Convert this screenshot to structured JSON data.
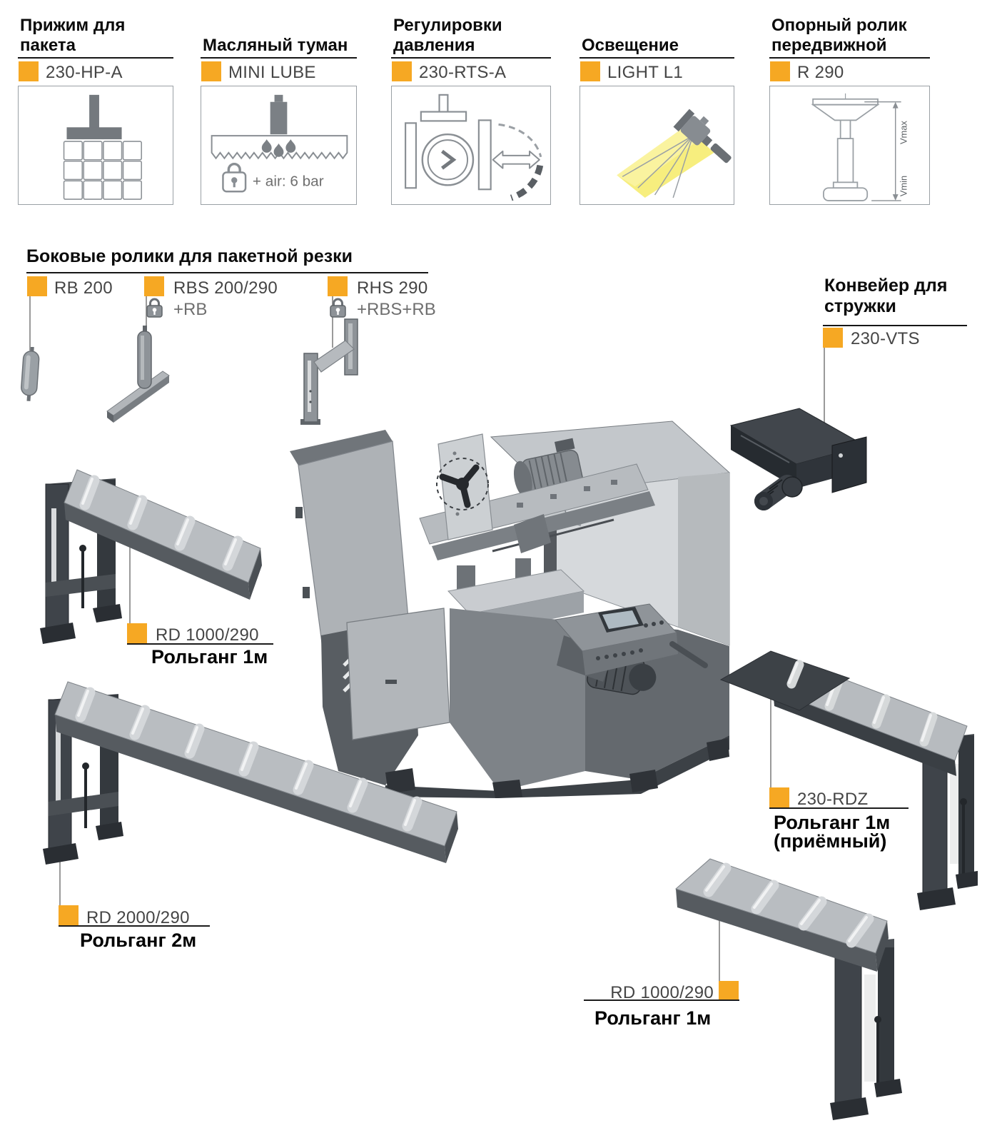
{
  "colors": {
    "accent": "#F6A823"
  },
  "top_options": [
    {
      "title1": "Прижим для",
      "title2": "пакета",
      "code": "230-HP-A"
    },
    {
      "title1": "Масляный туман",
      "code": "MINI LUBE",
      "air_note": "+ air: 6 bar"
    },
    {
      "title1": "Регулировки",
      "title2": "давления",
      "code": "230-RTS-A"
    },
    {
      "title1": "Освещение",
      "code": "LIGHT L1"
    },
    {
      "title1": "Опорный ролик",
      "title2": "передвижной",
      "code": "R 290",
      "vmax": "Vmax",
      "vmin": "Vmin"
    }
  ],
  "side_rollers": {
    "title": "Боковые ролики для пакетной резки",
    "items": [
      {
        "code": "RB 200"
      },
      {
        "code": "RBS 200/290",
        "extra": "+RB"
      },
      {
        "code": "RHS 290",
        "extra": "+RBS+RB"
      }
    ]
  },
  "chip_conveyor": {
    "title1": "Конвейер для",
    "title2": "стружки",
    "code": "230-VTS"
  },
  "roller_tables": {
    "left_top": {
      "code": "RD 1000/290",
      "name": "Рольганг 1м"
    },
    "left_bottom": {
      "code": "RD 2000/290",
      "name": "Рольганг 2м"
    },
    "right": {
      "code": "230-RDZ",
      "name": "Рольганг 1м",
      "name2": "(приёмный)"
    },
    "bottom_right": {
      "code": "RD 1000/290",
      "name": "Рольганг 1м"
    }
  }
}
